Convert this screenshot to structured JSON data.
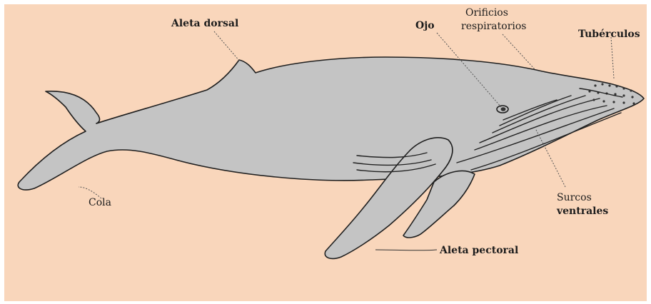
{
  "colors": {
    "background": "#f9d6bb",
    "whale_fill": "#c4c4c4",
    "outline": "#1f1f1f"
  },
  "labels": {
    "aleta_dorsal": "Aleta dorsal",
    "ojo": "Ojo",
    "orificios_line1": "Orificios",
    "orificios_line2": "respiratorios",
    "tuberculos": "Tubérculos",
    "cola": "Cola",
    "surcos_line1": "Surcos",
    "surcos_line2": "ventrales",
    "aleta_pectoral": "Aleta pectoral"
  }
}
